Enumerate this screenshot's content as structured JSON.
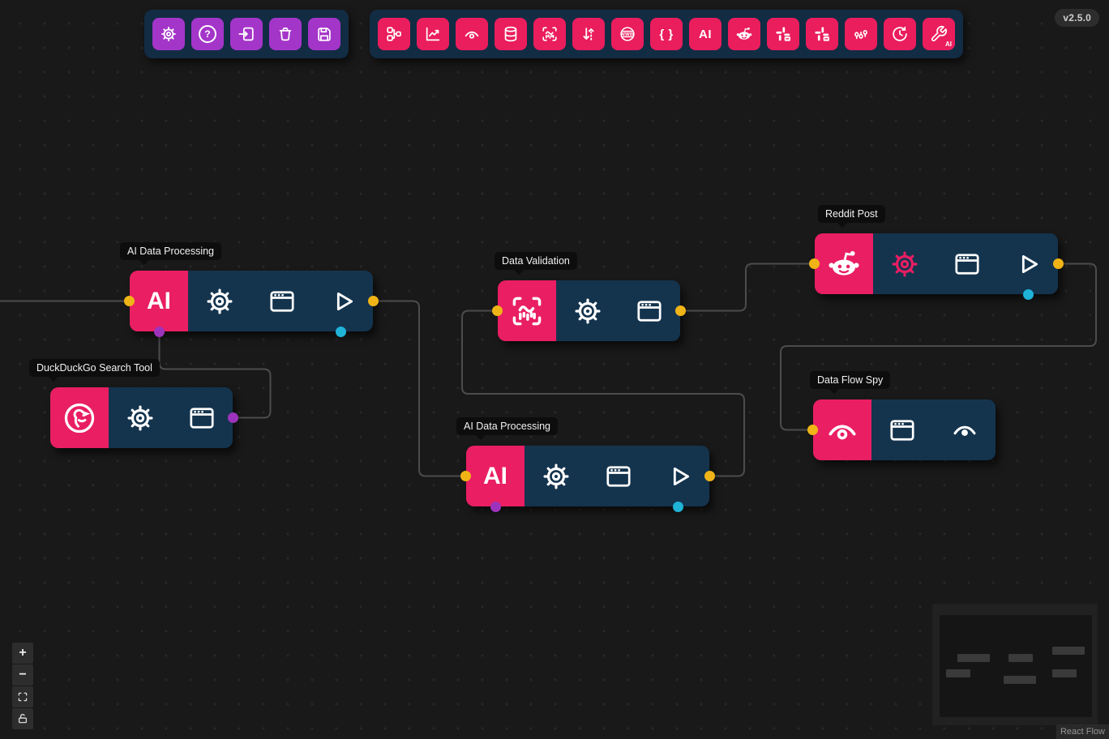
{
  "app": {
    "version_badge": "v2.5.0",
    "attribution": "React Flow"
  },
  "palette": {
    "node_pink": "#e91e63",
    "toolbar_pink": "#ea1d5d",
    "toolbar_purple": "#a435c9",
    "node_body": "#14344e",
    "toolbar_bg": "#122c44",
    "canvas": "#191919",
    "edge": "#4c4c4c",
    "handle_yellow": "#f0b417",
    "handle_purple": "#9d33bd",
    "handle_cyan": "#1fb3d8"
  },
  "toolbar_left": {
    "buttons": [
      {
        "icon": "settings-gear-icon"
      },
      {
        "icon": "help-icon",
        "glyph": "?"
      },
      {
        "icon": "import-icon"
      },
      {
        "icon": "trash-icon"
      },
      {
        "icon": "save-export-icon"
      }
    ]
  },
  "toolbar_right": {
    "buttons": [
      {
        "icon": "workflow-icon"
      },
      {
        "icon": "line-chart-icon"
      },
      {
        "icon": "spy-eye-icon"
      },
      {
        "icon": "database-icon"
      },
      {
        "icon": "scan-barcode-icon"
      },
      {
        "icon": "sort-arrows-icon"
      },
      {
        "icon": "globe-icon",
        "glyph": "www"
      },
      {
        "icon": "braces-icon",
        "glyph": "{ }"
      },
      {
        "icon": "ai-icon",
        "glyph": "AI"
      },
      {
        "icon": "reddit-icon"
      },
      {
        "icon": "slack-post-icon"
      },
      {
        "icon": "slack-post-icon"
      },
      {
        "icon": "toggles-icon"
      },
      {
        "icon": "clock-history-icon"
      },
      {
        "icon": "ai-tools-wrench-icon",
        "glyph": "AI"
      }
    ]
  },
  "nodes": [
    {
      "label": "AI Data Processing",
      "badge": "AI",
      "body_icons": [
        "gear",
        "window",
        "play"
      ],
      "handles": [
        "yellow-left",
        "yellow-right",
        "purple-bottom",
        "cyan-bottom"
      ]
    },
    {
      "label": "DuckDuckGo Search Tool",
      "head_icon": "duckduckgo",
      "body_icons": [
        "gear",
        "window"
      ],
      "handles": [
        "purple-right"
      ]
    },
    {
      "label": "Data Validation",
      "head_icon": "scan-barcode",
      "body_icons": [
        "gear",
        "window"
      ],
      "handles": [
        "yellow-left",
        "yellow-right"
      ]
    },
    {
      "label": "AI Data Processing",
      "badge": "AI",
      "body_icons": [
        "gear",
        "window",
        "play"
      ],
      "handles": [
        "yellow-left",
        "yellow-right",
        "purple-bottom",
        "cyan-bottom"
      ]
    },
    {
      "label": "Reddit Post",
      "head_icon": "reddit",
      "body_icons": [
        "gear-pink",
        "window",
        "play"
      ],
      "handles": [
        "yellow-left",
        "yellow-right",
        "cyan-bottom"
      ]
    },
    {
      "label": "Data Flow Spy",
      "head_icon": "eye",
      "body_icons": [
        "window",
        "eye-dot"
      ],
      "handles": [
        "yellow-left"
      ]
    }
  ],
  "edges": [
    {
      "from": "offscreen-left",
      "to": "AI Data Processing (top) input"
    },
    {
      "from": "AI Data Processing (top) output",
      "to": "AI Data Processing (bottom) input"
    },
    {
      "from": "AI Data Processing (top) tool port",
      "to": "DuckDuckGo Search Tool port"
    },
    {
      "from": "AI Data Processing (bottom) output",
      "to": "Data Validation input"
    },
    {
      "from": "Data Validation output",
      "to": "Reddit Post input"
    },
    {
      "from": "Reddit Post output",
      "to": "Data Flow Spy input"
    }
  ],
  "controls": {
    "zoom_in": "+",
    "zoom_out": "−",
    "fit_view": "fit-view",
    "lock": "lock-open"
  },
  "minimap": {
    "node_count": 6
  }
}
